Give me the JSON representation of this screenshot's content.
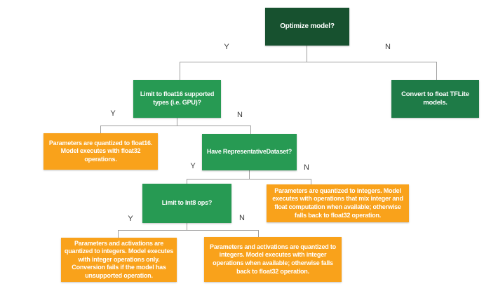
{
  "flowchart": {
    "nodes": {
      "optimize": {
        "label": "Optimize model?"
      },
      "limit_float16": {
        "label": "Limit to float16 supported types (i.e. GPU)?"
      },
      "convert_float": {
        "label": "Convert to float TFLite models."
      },
      "quant_float16": {
        "label": "Parameters are quantized to float16. Model executes with float32 operations."
      },
      "have_dataset": {
        "label": "Have RepresentativeDataset?"
      },
      "limit_int8": {
        "label": "Limit to Int8 ops?"
      },
      "quant_mixed": {
        "label": "Parameters are quantized to integers. Model executes with operations that mix integer and float computation when available; otherwise falls back to float32 operation."
      },
      "quant_int_only": {
        "label": "Parameters and activations are quantized to integers. Model executes with integer operations only. Conversion fails if the model has unsupported operation."
      },
      "quant_int_fallback": {
        "label": "Parameters and activations are quantized to integers. Model executes with integer operations when available; otherwise falls back to float32 operation."
      }
    },
    "branch_labels": {
      "yes": "Y",
      "no": "N"
    },
    "colors": {
      "decision_root": "#17512f",
      "terminal_green": "#1e7b47",
      "decision_green": "#279a53",
      "result_orange": "#f9a21b",
      "connector_line": "#9e9e9e",
      "branch_label_text": "#3a3a3a",
      "background": "#ffffff"
    }
  }
}
